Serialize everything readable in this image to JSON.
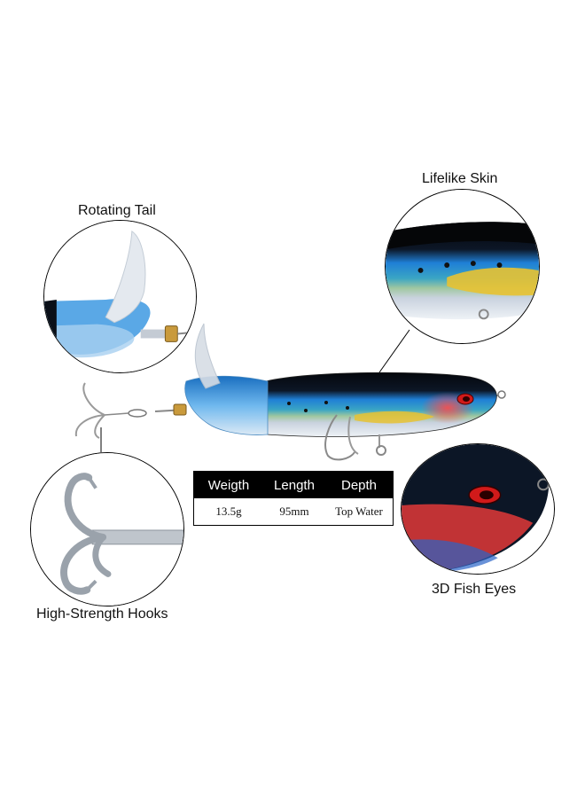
{
  "callouts": {
    "rotating_tail": "Rotating Tail",
    "lifelike_skin": "Lifelike Skin",
    "fish_eyes": "3D Fish Eyes",
    "hooks": "High-Strength Hooks"
  },
  "spec_table": {
    "headers": [
      "Weigth",
      "Length",
      "Depth"
    ],
    "values": [
      "13.5g",
      "95mm",
      "Top Water"
    ]
  },
  "colors": {
    "lure_back": "#0a0f18",
    "lure_blue": "#1f7fd6",
    "lure_yellow": "#e8c232",
    "lure_belly": "#c9d2de",
    "tail_blue": "#5aa8e6",
    "eye_red": "#d11a1a"
  }
}
